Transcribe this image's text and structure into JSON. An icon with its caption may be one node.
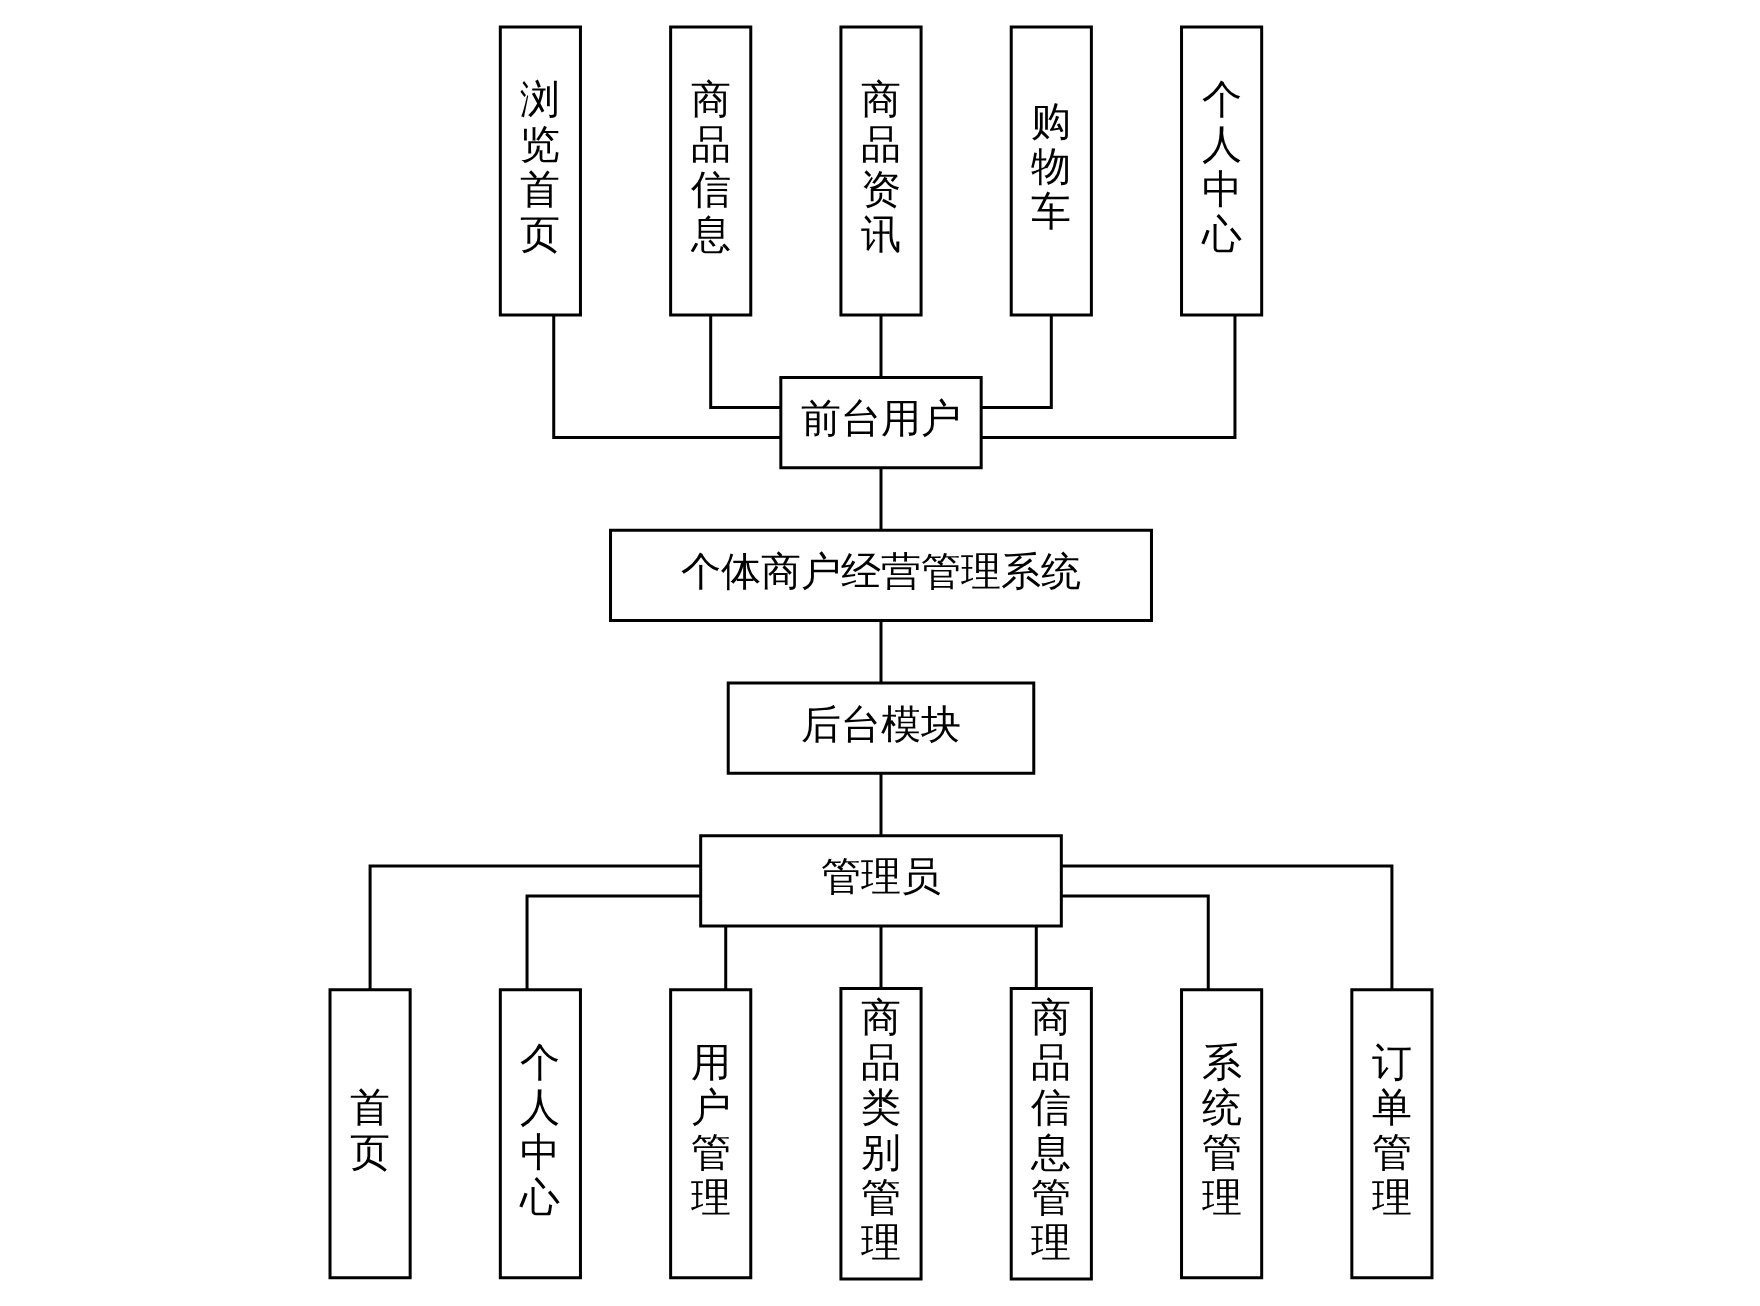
{
  "diagram": {
    "nodes": [
      {
        "text": [
          "浏览首页"
        ]
      },
      {
        "text": [
          "商品信息"
        ]
      },
      {
        "text": [
          "商品资讯"
        ]
      },
      {
        "text": [
          "购物车"
        ]
      },
      {
        "text": [
          "个人中心"
        ]
      },
      {
        "text": [
          "前台用户"
        ]
      },
      {
        "text": [
          "个体商户经营管理系统"
        ]
      },
      {
        "text": [
          "后台模块"
        ]
      },
      {
        "text": [
          "管理员"
        ]
      },
      {
        "text": [
          "首页"
        ]
      },
      {
        "text": [
          "个人中心"
        ]
      },
      {
        "text": [
          "用户管理"
        ]
      },
      {
        "text": [
          "商品类别管理"
        ]
      },
      {
        "text": [
          "商品信息管理"
        ]
      },
      {
        "text": [
          "系统管理"
        ]
      },
      {
        "text": [
          "订单管理"
        ]
      }
    ],
    "edges": [
      {
        "from": 0,
        "to": 5,
        "arrow": "none"
      },
      {
        "from": 1,
        "to": 5,
        "arrow": "none"
      },
      {
        "from": 2,
        "to": 5,
        "arrow": "none"
      },
      {
        "from": 3,
        "to": 5,
        "arrow": "none"
      },
      {
        "from": 4,
        "to": 5,
        "arrow": "none"
      },
      {
        "from": 5,
        "to": 6,
        "arrow": "none"
      },
      {
        "from": 6,
        "to": 7,
        "arrow": "none"
      },
      {
        "from": 7,
        "to": 8,
        "arrow": "none"
      },
      {
        "from": 8,
        "to": 9,
        "arrow": "none"
      },
      {
        "from": 8,
        "to": 10,
        "arrow": "none"
      },
      {
        "from": 8,
        "to": 11,
        "arrow": "none"
      },
      {
        "from": 8,
        "to": 12,
        "arrow": "none"
      },
      {
        "from": 8,
        "to": 13,
        "arrow": "none"
      },
      {
        "from": 8,
        "to": 14,
        "arrow": "none"
      },
      {
        "from": 8,
        "to": 15,
        "arrow": "none"
      }
    ]
  }
}
